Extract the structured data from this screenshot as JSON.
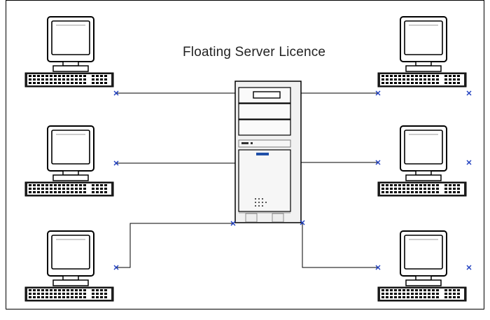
{
  "diagram": {
    "title": "Floating Server Licence",
    "nodes": [
      {
        "id": "server",
        "kind": "server-tower"
      },
      {
        "id": "workstation-top-left",
        "kind": "workstation"
      },
      {
        "id": "workstation-middle-left",
        "kind": "workstation"
      },
      {
        "id": "workstation-bottom-left",
        "kind": "workstation"
      },
      {
        "id": "workstation-top-right",
        "kind": "workstation"
      },
      {
        "id": "workstation-middle-right",
        "kind": "workstation"
      },
      {
        "id": "workstation-bottom-right",
        "kind": "workstation"
      }
    ],
    "connections": [
      {
        "from": "workstation-top-left",
        "to": "server"
      },
      {
        "from": "workstation-middle-left",
        "to": "server"
      },
      {
        "from": "workstation-bottom-left",
        "to": "server"
      },
      {
        "from": "server",
        "to": "workstation-top-right"
      },
      {
        "from": "server",
        "to": "workstation-middle-right"
      },
      {
        "from": "server",
        "to": "workstation-bottom-right"
      }
    ],
    "colors": {
      "line": "#000000",
      "connector": "#1f3fbf",
      "accent": "#1f4fa8",
      "panel": "#f2f2f2"
    }
  }
}
